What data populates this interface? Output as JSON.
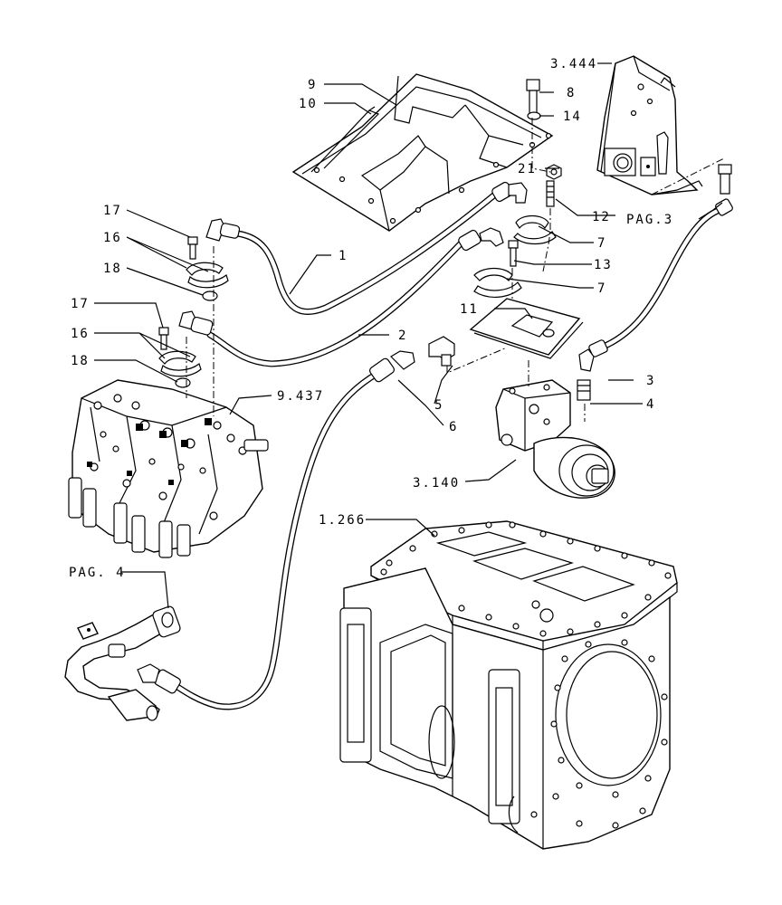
{
  "labels": {
    "l1": "1",
    "l2": "2",
    "l3": "3",
    "l4": "4",
    "l5": "5",
    "l6": "6",
    "l7a": "7",
    "l7b": "7",
    "l8": "8",
    "l9": "9",
    "l10": "10",
    "l11": "11",
    "l12": "12",
    "l13": "13",
    "l14": "14",
    "l16a": "16",
    "l16b": "16",
    "l17a": "17",
    "l17b": "17",
    "l18a": "18",
    "l18b": "18",
    "l21": "21",
    "ref_3444": "3.444",
    "ref_pag3": "PAG.3",
    "ref_9437": "9.437",
    "ref_3140": "3.140",
    "ref_1266": "1.266",
    "ref_pag4": "PAG. 4"
  }
}
